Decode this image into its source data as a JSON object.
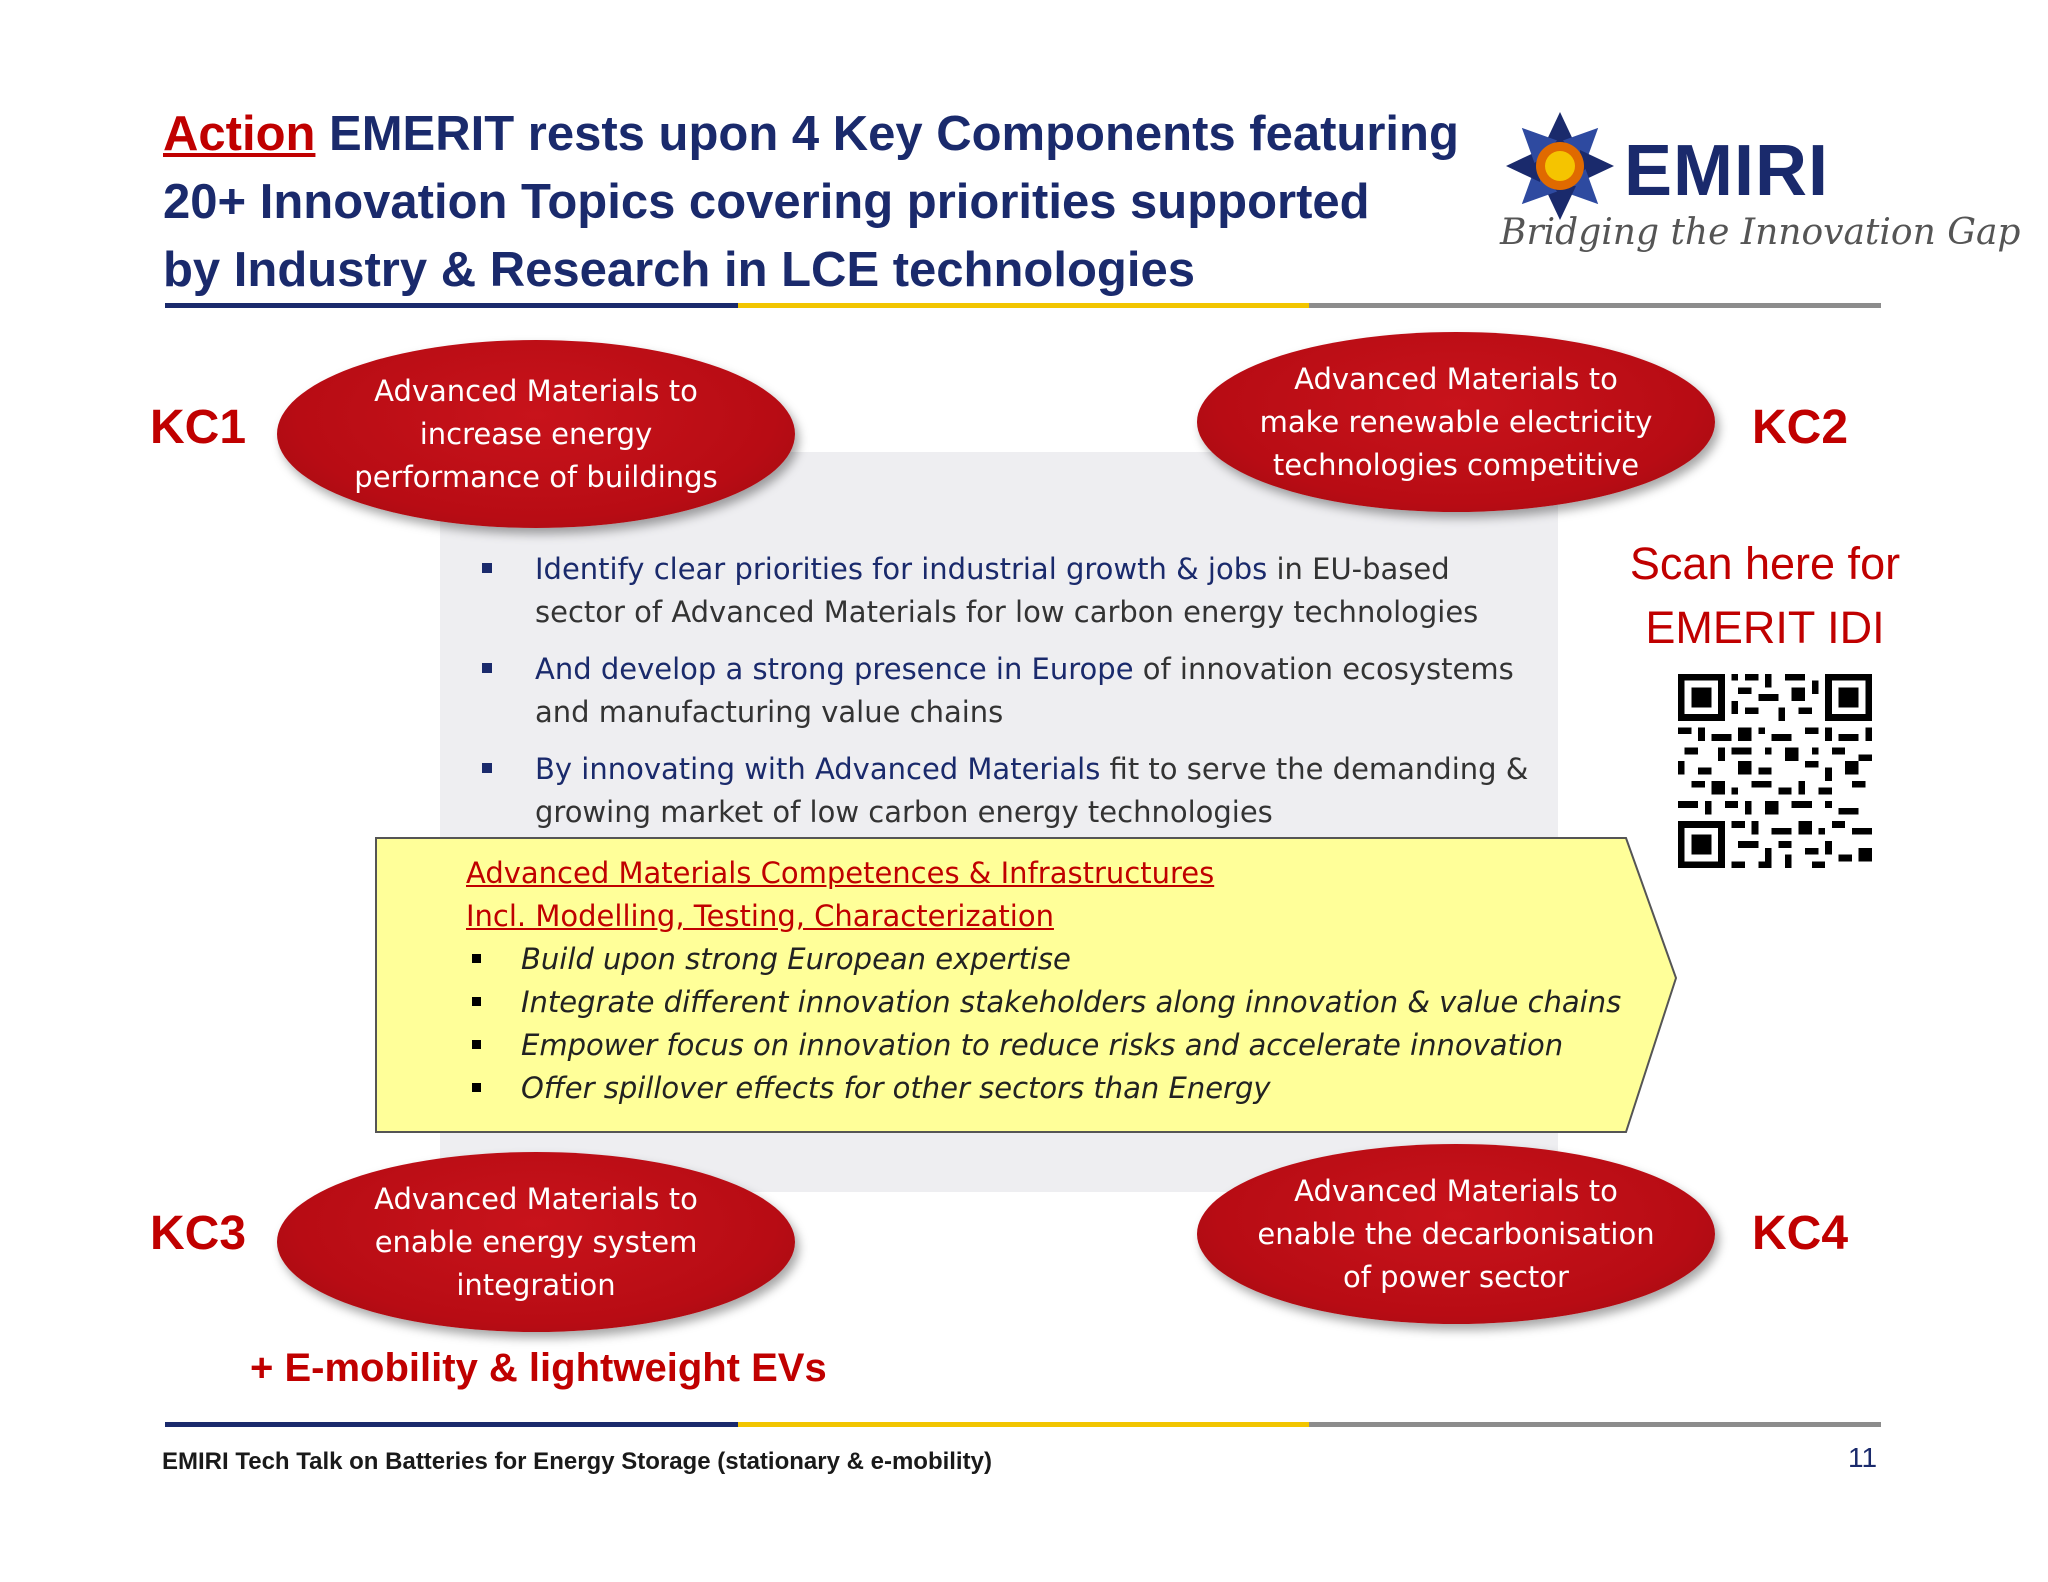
{
  "header": {
    "title_lead": "Action",
    "title_line1": " EMERIT rests upon 4 Key Components featuring",
    "title_line2": "20+ Innovation Topics covering priorities supported",
    "title_line3": "by Industry & Research in LCE technologies"
  },
  "logo": {
    "name": "EMIRI",
    "tagline": "Bridging the Innovation Gap",
    "colors": {
      "blue": "#1a2a6c",
      "yellow": "#f5c400",
      "orange": "#e06a00"
    }
  },
  "key_components": [
    {
      "code": "KC1",
      "text": "Advanced Materials to\nincrease energy\nperformance of buildings"
    },
    {
      "code": "KC2",
      "text": "Advanced Materials to\nmake renewable electricity\ntechnologies competitive"
    },
    {
      "code": "KC3",
      "text": "Advanced Materials to\nenable energy system\nintegration"
    },
    {
      "code": "KC4",
      "text": "Advanced Materials to\nenable the decarbonisation\nof power sector"
    }
  ],
  "center_bullets": [
    {
      "highlight": "Identify clear priorities for industrial growth & jobs",
      "rest": "  in EU-based sector of Advanced Materials for low carbon energy technologies"
    },
    {
      "highlight": "And develop a strong presence in Europe",
      "rest": " of innovation ecosystems and manufacturing value chains"
    },
    {
      "highlight": "By innovating with Advanced Materials",
      "rest": " fit to serve the demanding & growing market of low carbon energy technologies"
    }
  ],
  "arrow_box": {
    "heading1": "Advanced Materials Competences & Infrastructures",
    "heading2": "Incl. Modelling, Testing, Characterization",
    "items": [
      "Build upon strong European expertise",
      "Integrate different innovation stakeholders along innovation & value chains",
      "Empower focus on innovation to reduce risks and accelerate innovation",
      "Offer spillover effects for other sectors than Energy"
    ]
  },
  "scan": {
    "line1": "Scan here for",
    "line2": "EMERIT IDI"
  },
  "emobility": "+ E-mobility & lightweight EVs",
  "footer": {
    "text": "EMIRI Tech Talk on Batteries for Energy Storage (stationary & e-mobility)",
    "page": "11"
  },
  "colors": {
    "navy": "#1a2a6c",
    "red": "#c00000",
    "yellow_box": "#ffff99",
    "rule_gold": "#f2c500",
    "rule_gray": "#8c8c8c"
  }
}
